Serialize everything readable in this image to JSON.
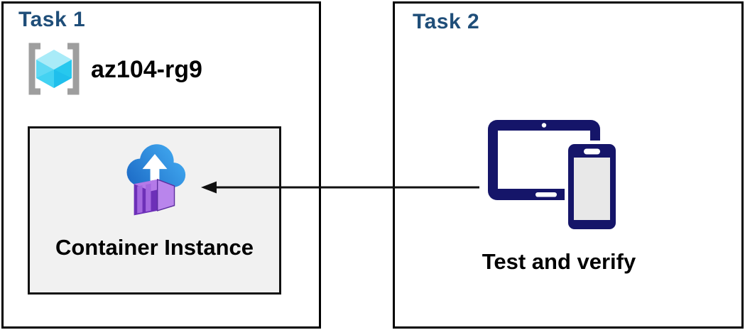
{
  "diagram": {
    "type": "azure-task-diagram",
    "panels": [
      {
        "id": "task1",
        "title": "Task 1",
        "resource_group": {
          "name": "az104-rg9",
          "icon": "azure-resource-group-icon"
        },
        "container_box": {
          "label": "Container Instance",
          "icon": "azure-container-instance-icon"
        }
      },
      {
        "id": "task2",
        "title": "Task 2",
        "caption": "Test and verify",
        "icon": "devices-icon"
      }
    ],
    "connector": {
      "style": "solid-line-arrow",
      "from": "task2-devices",
      "to": "task1-container-box",
      "direction": "left"
    },
    "colors": {
      "task_title_blue": "#1f4e79",
      "panel_border": "#000000",
      "box_fill": "#f1f1f1",
      "box_border": "#111111",
      "device_navy": "#151569",
      "label_text": "#000000",
      "cloud_blue_dark": "#1b68c4",
      "cloud_blue_light": "#43acf2",
      "container_purple_front": "#6d30b8",
      "container_purple_panel": "#a468e0",
      "container_purple_top": "#b47ae8",
      "container_purple_side": "#b985ec",
      "cube_cyan_top": "#a9ebf8",
      "cube_cyan_left": "#5fd9f4",
      "cube_cyan_right": "#27c8ee",
      "bracket_gray": "#9e9e9e",
      "arrow_black": "#111111"
    }
  }
}
